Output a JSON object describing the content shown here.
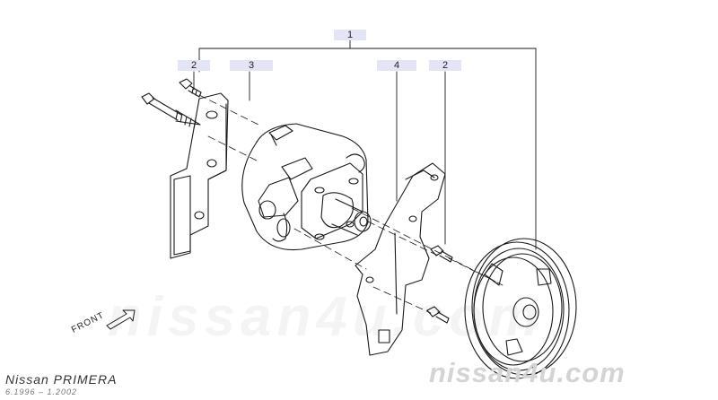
{
  "callouts": [
    {
      "id": "assembly",
      "label": "1"
    },
    {
      "id": "bolt-left",
      "label": "2"
    },
    {
      "id": "bracket",
      "label": "3"
    },
    {
      "id": "mount-plate",
      "label": "4"
    },
    {
      "id": "bolt-right",
      "label": "2"
    }
  ],
  "front_label": "FRONT",
  "watermark": "nissan4u.com",
  "watermark_corner": "nissan4u.com",
  "footer": {
    "model": "Nissan PRIMERA",
    "dates": "6.1996  –  1.2002"
  },
  "colors": {
    "line": "#1a1a1a",
    "callout_bg": "#e3e4f5",
    "watermark": "#d4d4d4"
  }
}
